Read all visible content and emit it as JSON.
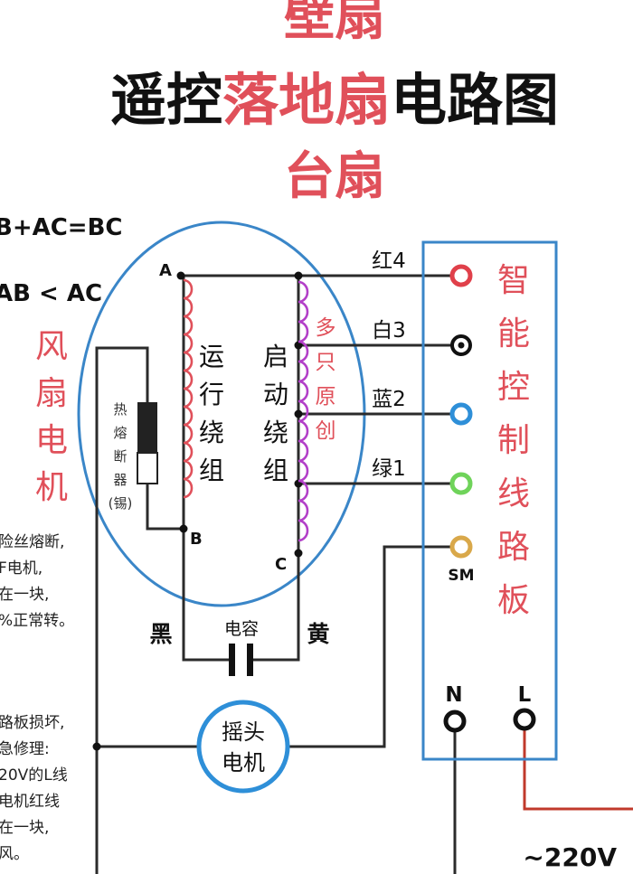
{
  "titles": {
    "top": "壁扇",
    "main_left": "遥控",
    "main_mid": "落地扇",
    "main_right": "电路图",
    "bottom": "台扇"
  },
  "formulas": {
    "f1": "B+AC=BC",
    "f2": "AB < AC"
  },
  "motor_label": [
    "风",
    "扇",
    "电",
    "机"
  ],
  "board_label": [
    "智",
    "能",
    "控",
    "制",
    "线",
    "路",
    "板"
  ],
  "winding_run": [
    "运",
    "行",
    "绕",
    "组"
  ],
  "winding_start": [
    "启",
    "动",
    "绕",
    "组"
  ],
  "original_mark": [
    "多",
    "只",
    "原",
    "创"
  ],
  "fuse_label": [
    "热",
    "熔",
    "断",
    "器",
    "(锡)"
  ],
  "terminals": {
    "a": "A",
    "b": "B",
    "c": "C"
  },
  "wires": {
    "red": "红4",
    "white": "白3",
    "blue": "蓝2",
    "green": "绿1"
  },
  "capacitor": {
    "label": "电容",
    "left": "黑",
    "right": "黄"
  },
  "sm": "SM",
  "swing_motor": [
    "摇头",
    "电机"
  ],
  "power": {
    "n": "N",
    "l": "L",
    "voltage": "~220V"
  },
  "notes_top": [
    "险丝熔断,",
    "F电机,",
    "在一块,",
    "%正常转。"
  ],
  "notes_bottom": [
    "路板损坏,",
    "急修理:",
    "20V的L线",
    "电机红线",
    "在一块,",
    "风。"
  ],
  "colors": {
    "red": "#e0505a",
    "blue_outline": "#3a86c8",
    "purple_coil": "#b23fc8",
    "port_red": "#e0404a",
    "port_blue": "#2e8fd8",
    "port_green": "#6fd35a",
    "port_sm": "#d9a84a"
  }
}
